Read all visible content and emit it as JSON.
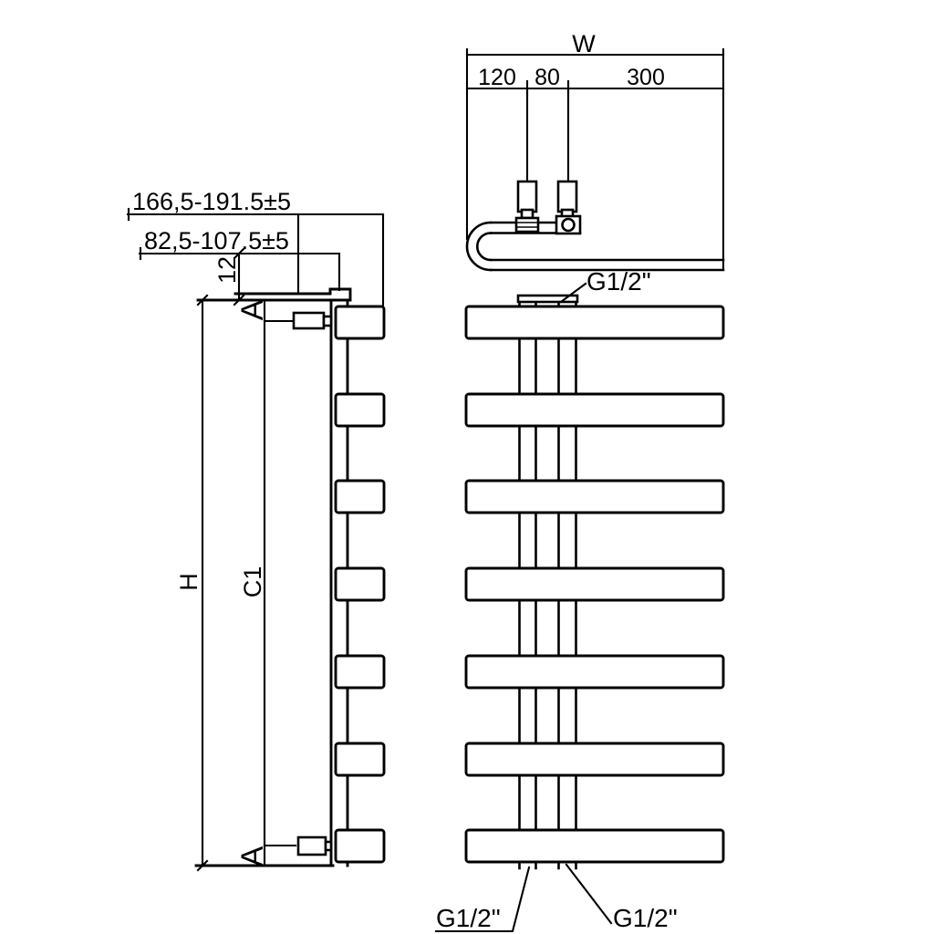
{
  "document": {
    "type": "technical-drawing",
    "subject": "heated towel rail radiator - dimensional diagram",
    "background_color": "#ffffff",
    "line_color": "#000000"
  },
  "plan_view": {
    "width_label": "W",
    "segment_labels": [
      "120",
      "80",
      "300"
    ]
  },
  "side_view": {
    "bracket_range_far": "166,5-191.5±5",
    "bracket_range_near": "82,5-107.5±5",
    "offset_label": "12",
    "height_label": "H",
    "centers_label": "C1",
    "section_marker_top": "A",
    "section_marker_bottom": "A"
  },
  "front_view": {
    "connection_top": "G1/2\"",
    "connection_bottom_left": "G1/2\"",
    "connection_bottom_right": "G1/2\""
  }
}
